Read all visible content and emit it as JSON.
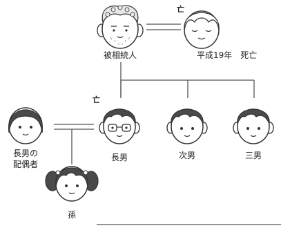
{
  "diagram": {
    "people": {
      "deceased": {
        "label": "被相続人"
      },
      "spouse": {
        "label": "平成19年　死亡",
        "deceased_mark": "亡"
      },
      "eldest_son_spouse": {
        "label_line1": "長男の",
        "label_line2": "配偶者"
      },
      "eldest_son": {
        "label": "長男",
        "deceased_mark": "亡"
      },
      "second_son": {
        "label": "次男"
      },
      "third_son": {
        "label": "三男"
      },
      "grandchild": {
        "label": "孫"
      }
    },
    "colors": {
      "skin": "#ffffff",
      "stroke": "#333333",
      "dark_hair": "#4a4a4a",
      "grey_hair": "#e8e8e8",
      "line": "#555555"
    }
  }
}
